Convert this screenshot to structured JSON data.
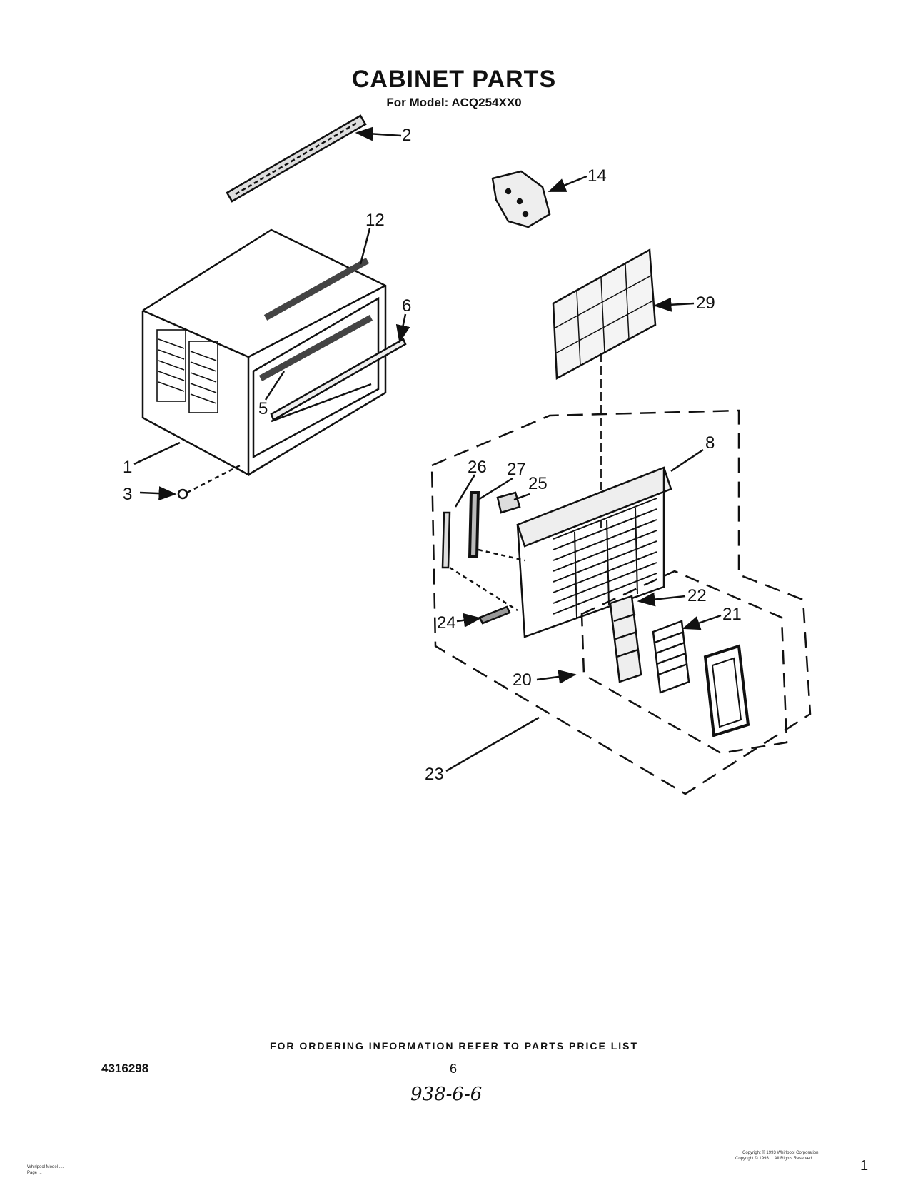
{
  "header": {
    "title": "CABINET PARTS",
    "subtitle": "For Model: ACQ254XX0"
  },
  "callouts": [
    "2",
    "14",
    "12",
    "6",
    "29",
    "5",
    "8",
    "1",
    "26",
    "27",
    "25",
    "3",
    "22",
    "21",
    "24",
    "20",
    "23"
  ],
  "footer": {
    "ordering_note": "FOR ORDERING INFORMATION REFER TO PARTS PRICE LIST",
    "doc_number": "4316298",
    "page_number": "6",
    "handwritten": "938-6-6",
    "small_left_1": "Whirlpool Model ....",
    "small_left_2": "Page ...",
    "copyright_1": "Copyright © 1993 Whirlpool Corporation",
    "copyright_2": "Copyright © 1993 ... All Rights Reserved",
    "corner_mark": "1"
  }
}
